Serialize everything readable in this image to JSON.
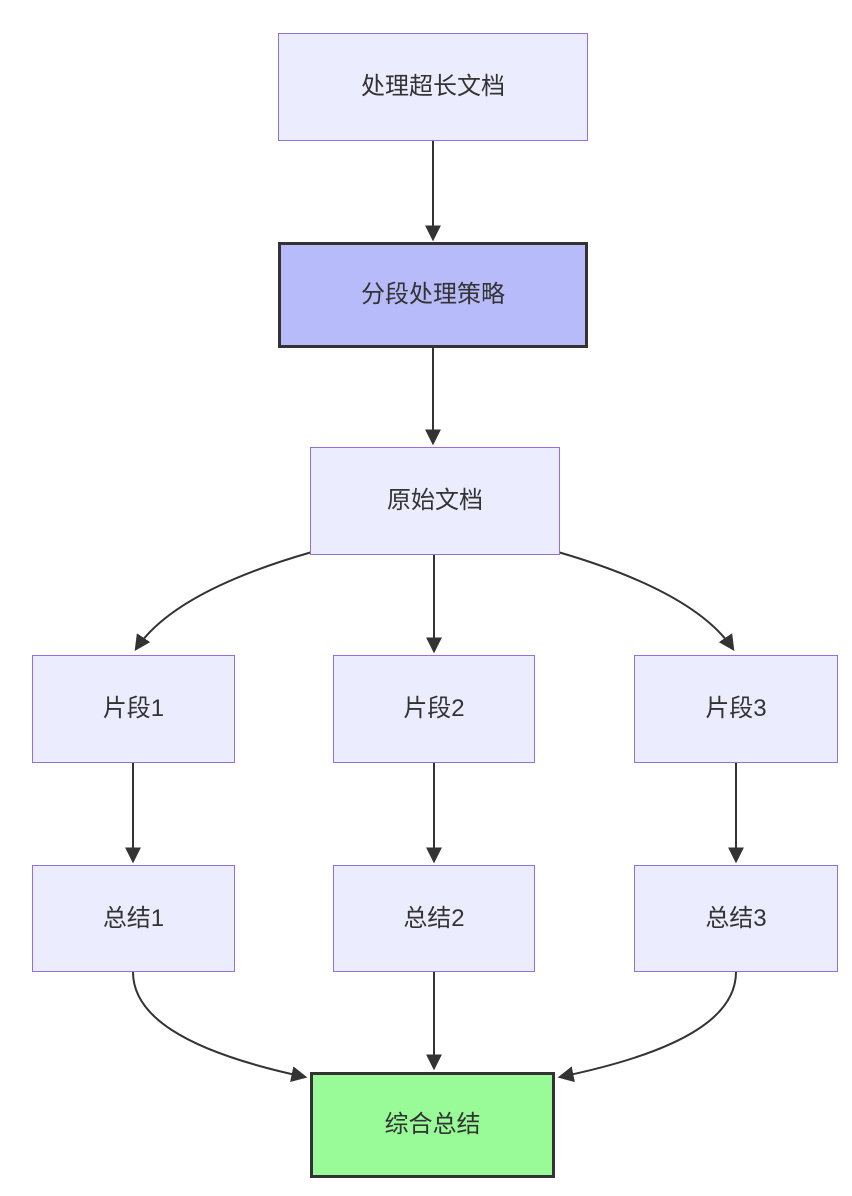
{
  "diagram": {
    "type": "flowchart",
    "direction": "top-down",
    "text_color": "#333333",
    "edge_color": "#333333",
    "nodes": [
      {
        "id": "A",
        "label": "处理超长文档",
        "fill": "#ECECFF",
        "stroke": "#9370DB",
        "stroke_width": 1.5,
        "emphasis": false
      },
      {
        "id": "B",
        "label": "分段处理策略",
        "fill": "#b8bbfa",
        "stroke": "#333333",
        "stroke_width": 3,
        "emphasis": true
      },
      {
        "id": "C",
        "label": "原始文档",
        "fill": "#ECECFF",
        "stroke": "#9370DB",
        "stroke_width": 1.5,
        "emphasis": false
      },
      {
        "id": "D1",
        "label": "片段1",
        "fill": "#ECECFF",
        "stroke": "#9370DB",
        "stroke_width": 1.5,
        "emphasis": false
      },
      {
        "id": "D2",
        "label": "片段2",
        "fill": "#ECECFF",
        "stroke": "#9370DB",
        "stroke_width": 1.5,
        "emphasis": false
      },
      {
        "id": "D3",
        "label": "片段3",
        "fill": "#ECECFF",
        "stroke": "#9370DB",
        "stroke_width": 1.5,
        "emphasis": false
      },
      {
        "id": "S1",
        "label": "总结1",
        "fill": "#ECECFF",
        "stroke": "#9370DB",
        "stroke_width": 1.5,
        "emphasis": false
      },
      {
        "id": "S2",
        "label": "总结2",
        "fill": "#ECECFF",
        "stroke": "#9370DB",
        "stroke_width": 1.5,
        "emphasis": false
      },
      {
        "id": "S3",
        "label": "总结3",
        "fill": "#ECECFF",
        "stroke": "#9370DB",
        "stroke_width": 1.5,
        "emphasis": false
      },
      {
        "id": "F",
        "label": "综合总结",
        "fill": "#98fb98",
        "stroke": "#333333",
        "stroke_width": 3,
        "emphasis": true
      }
    ],
    "edges": [
      {
        "from": "处理超长文档",
        "to": "分段处理策略"
      },
      {
        "from": "分段处理策略",
        "to": "原始文档"
      },
      {
        "from": "原始文档",
        "to": "片段1"
      },
      {
        "from": "原始文档",
        "to": "片段2"
      },
      {
        "from": "原始文档",
        "to": "片段3"
      },
      {
        "from": "片段1",
        "to": "总结1"
      },
      {
        "from": "片段2",
        "to": "总结2"
      },
      {
        "from": "片段3",
        "to": "总结3"
      },
      {
        "from": "总结1",
        "to": "综合总结"
      },
      {
        "from": "总结2",
        "to": "综合总结"
      },
      {
        "from": "总结3",
        "to": "综合总结"
      }
    ]
  }
}
